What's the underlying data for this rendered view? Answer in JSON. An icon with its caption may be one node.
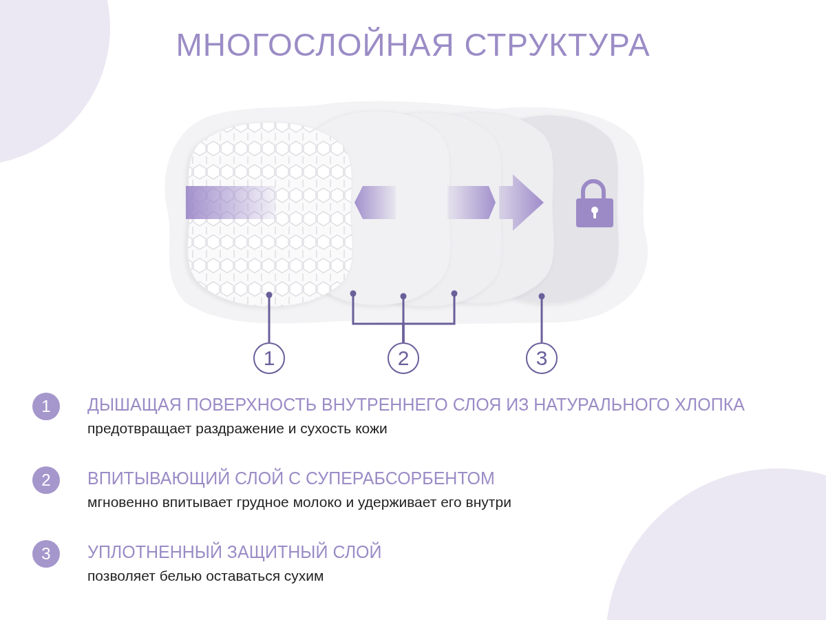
{
  "diagram": {
    "title": "МНОГОСЛОЙНАЯ СТРУКТУРА",
    "nodes": [
      {
        "text": [
          "1"
        ]
      },
      {
        "text": [
          "2"
        ]
      },
      {
        "text": [
          "3"
        ]
      },
      {
        "text": [
          "1"
        ],
        "beside": [
          "ДЫШАЩАЯ ПОВЕРХНОСТЬ ВНУТРЕННЕГО СЛОЯ ИЗ НАТУРАЛЬНОГО ХЛОПКА",
          "предотвращает раздражение и сухость кожи"
        ]
      },
      {
        "text": [
          "2"
        ],
        "beside": [
          "ВПИТЫВАЮЩИЙ СЛОЙ С СУПЕРАБСОРБЕНТОМ",
          "мгновенно впитывает грудное молоко и удерживает его внутри"
        ]
      },
      {
        "text": [
          "3"
        ],
        "beside": [
          "УПЛОТНЕННЫЙ ЗАЩИТНЫЙ СЛОЙ",
          "позволяет белью оставаться сухим"
        ]
      }
    ],
    "edges": [
      {
        "from": 0,
        "to": null,
        "arrow": "other"
      },
      {
        "from": 1,
        "to": null,
        "arrow": "other"
      },
      {
        "from": 1,
        "to": null,
        "arrow": "other"
      },
      {
        "from": 1,
        "to": null,
        "arrow": "other"
      },
      {
        "from": 2,
        "to": null,
        "arrow": "other"
      }
    ]
  }
}
